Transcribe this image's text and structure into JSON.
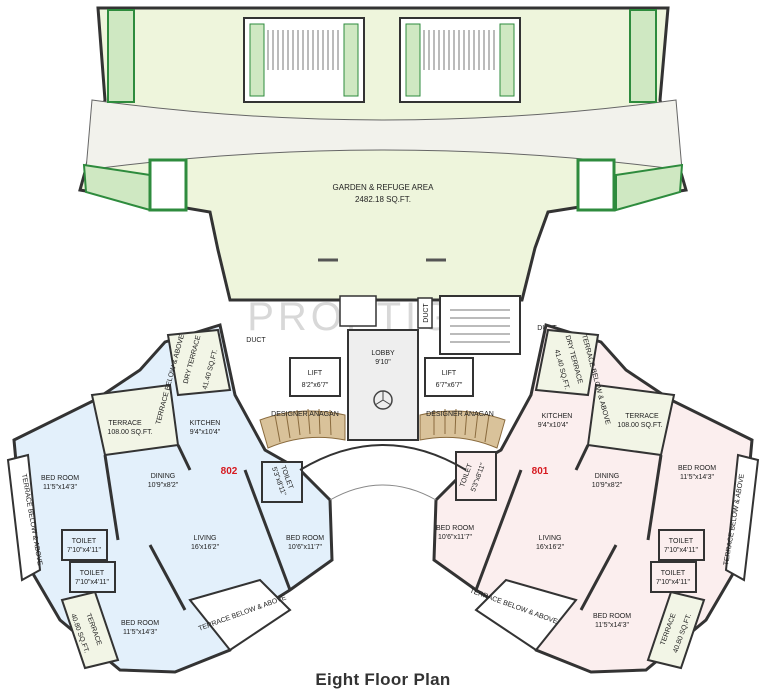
{
  "title": "Eight Floor Plan",
  "watermark": "PROPTIGER",
  "colors": {
    "garden": "#eef5dc",
    "corridor": "#f0f0ea",
    "unit_left": "#e3f0fb",
    "unit_right": "#fbeeee",
    "terrace": "#f2f5e6",
    "planter": "#2e8b3d",
    "wood": "#d9c29a",
    "unit_number": "#d6191f"
  },
  "garden": {
    "label": "GARDEN & REFUGE AREA",
    "area": "2482.18 SQ.FT."
  },
  "core": {
    "lobby": {
      "label": "LOBBY",
      "size": "9'10\""
    },
    "lift_left": {
      "label": "LIFT",
      "size": "8'2\"x6'7\""
    },
    "lift_right": {
      "label": "LIFT",
      "size": "6'7\"x6'7\""
    },
    "duct_left": "DUCT",
    "duct_center": "DUCT",
    "duct_right": "DUCT",
    "anagan_left": "DESIGNER ANAGAN",
    "anagan_right": "DESIGNER ANAGAN"
  },
  "unit_left": {
    "number": "802",
    "rooms": [
      {
        "name": "TERRACE",
        "size": "108.00 SQ.FT."
      },
      {
        "name": "KITCHEN",
        "size": "9'4\"x10'4\""
      },
      {
        "name": "DRY TERRACE",
        "size": "41.40 SQ.FT."
      },
      {
        "name": "TERRACE BELOW & ABOVE",
        "size": ""
      },
      {
        "name": "BED ROOM",
        "size": "11'5\"x14'3\""
      },
      {
        "name": "DINING",
        "size": "10'9\"x8'2\""
      },
      {
        "name": "TOILET",
        "size": "5'3\"x8'11\""
      },
      {
        "name": "TOILET",
        "size": "7'10\"x4'11\""
      },
      {
        "name": "TOILET",
        "size": "7'10\"x4'11\""
      },
      {
        "name": "LIVING",
        "size": "16'x16'2\""
      },
      {
        "name": "BED ROOM",
        "size": "10'6\"x11'7\""
      },
      {
        "name": "BED ROOM",
        "size": "11'5\"x14'3\""
      },
      {
        "name": "TERRACE BELOW & ABOVE",
        "size": ""
      },
      {
        "name": "TERRACE BELOW & ABOVE",
        "size": ""
      },
      {
        "name": "TERRACE",
        "size": "40.80 SQ.FT."
      }
    ]
  },
  "unit_right": {
    "number": "801",
    "rooms": [
      {
        "name": "TERRACE",
        "size": "108.00 SQ.FT."
      },
      {
        "name": "KITCHEN",
        "size": "9'4\"x10'4\""
      },
      {
        "name": "DRY TERRACE",
        "size": "41.40 SQ.FT."
      },
      {
        "name": "TERRACE BELOW & ABOVE",
        "size": ""
      },
      {
        "name": "BED ROOM",
        "size": "11'5\"x14'3\""
      },
      {
        "name": "DINING",
        "size": "10'9\"x8'2\""
      },
      {
        "name": "TOILET",
        "size": "5'3\"x8'11\""
      },
      {
        "name": "TOILET",
        "size": "7'10\"x4'11\""
      },
      {
        "name": "TOILET",
        "size": "7'10\"x4'11\""
      },
      {
        "name": "LIVING",
        "size": "16'x16'2\""
      },
      {
        "name": "BED ROOM",
        "size": "10'6\"x11'7\""
      },
      {
        "name": "BED ROOM",
        "size": "11'5\"x14'3\""
      },
      {
        "name": "TERRACE BELOW & ABOVE",
        "size": ""
      },
      {
        "name": "TERRACE BELOW & ABOVE",
        "size": ""
      },
      {
        "name": "TERRACE",
        "size": "40.80 SQ.FT."
      }
    ]
  }
}
